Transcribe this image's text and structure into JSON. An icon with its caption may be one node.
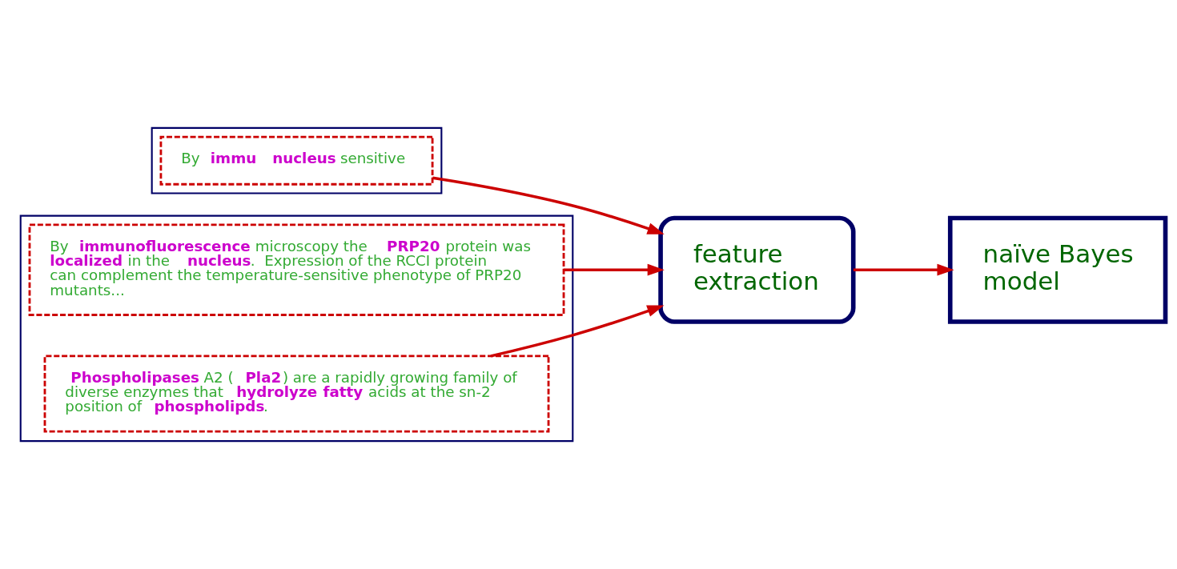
{
  "diagram": {
    "nodes": [
      {
        "text": [],
        "shape": "document"
      },
      {
        "text": [
          "By **immu** **nucleus** sensitive"
        ],
        "in": 0
      },
      {
        "text": [],
        "shape": "document"
      },
      {
        "text": [
          "By **immunofluorescence** microscopy the **PRP20** protein was **localized** in the **nucleus**.  Expression of the RCCI protein can complement the temperature-sensitive phenotype of PRP20 mutants..."
        ],
        "in": 2
      },
      {
        "text": [
          "**Phospholipases** A2 (**Pla2**) are a rapidly growing family of diverse enzymes that **hydrolyze fatty** acids at the sn-2 position of **phospholipds**."
        ],
        "in": 2
      },
      {
        "text": [
          "feature extraction"
        ]
      },
      {
        "text": [
          "naïve Bayes model"
        ]
      }
    ],
    "edges": [
      {
        "from": 3,
        "to": 5,
        "arrow": "to"
      },
      {
        "from": 1,
        "to": 5,
        "arrow": "to"
      },
      {
        "from": 4,
        "to": 5,
        "arrow": "to"
      },
      {
        "from": 5,
        "to": 6,
        "arrow": "to"
      }
    ]
  }
}
